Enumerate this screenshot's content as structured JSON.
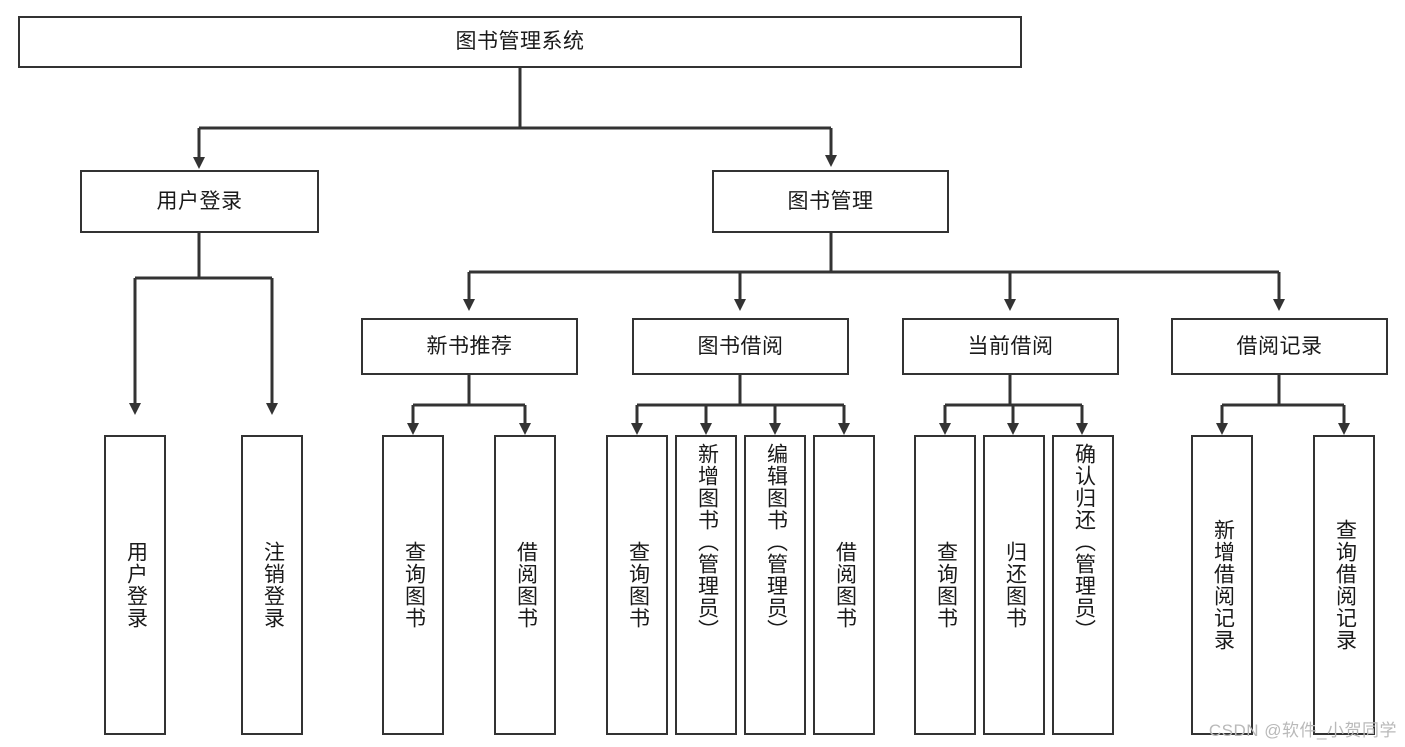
{
  "diagram": {
    "title": "图书管理系统",
    "background": "#ffffff",
    "box_border_color": "#333333",
    "text_color": "#1a1a1a",
    "root": {
      "label": "图书管理系统"
    },
    "level2": [
      {
        "label": "用户登录"
      },
      {
        "label": "图书管理"
      }
    ],
    "level3": [
      {
        "label": "新书推荐"
      },
      {
        "label": "图书借阅"
      },
      {
        "label": "当前借阅"
      },
      {
        "label": "借阅记录"
      }
    ],
    "leaves": {
      "user_login": [
        {
          "label": "用户登录"
        },
        {
          "label": "注销登录"
        }
      ],
      "new_book_recommend": [
        {
          "label": "查询图书"
        },
        {
          "label": "借阅图书"
        }
      ],
      "book_borrow": [
        {
          "label": "查询图书"
        },
        {
          "label": "新增图书（管理员）"
        },
        {
          "label": "编辑图书（管理员）"
        },
        {
          "label": "借阅图书"
        }
      ],
      "current_borrow": [
        {
          "label": "查询图书"
        },
        {
          "label": "归还图书"
        },
        {
          "label": "确认归还（管理员）"
        }
      ],
      "borrow_record": [
        {
          "label": "新增借阅记录"
        },
        {
          "label": "查询借阅记录"
        }
      ]
    }
  },
  "watermark": {
    "text": "CSDN @软件_小贺同学",
    "color": "#b9b9b9"
  }
}
